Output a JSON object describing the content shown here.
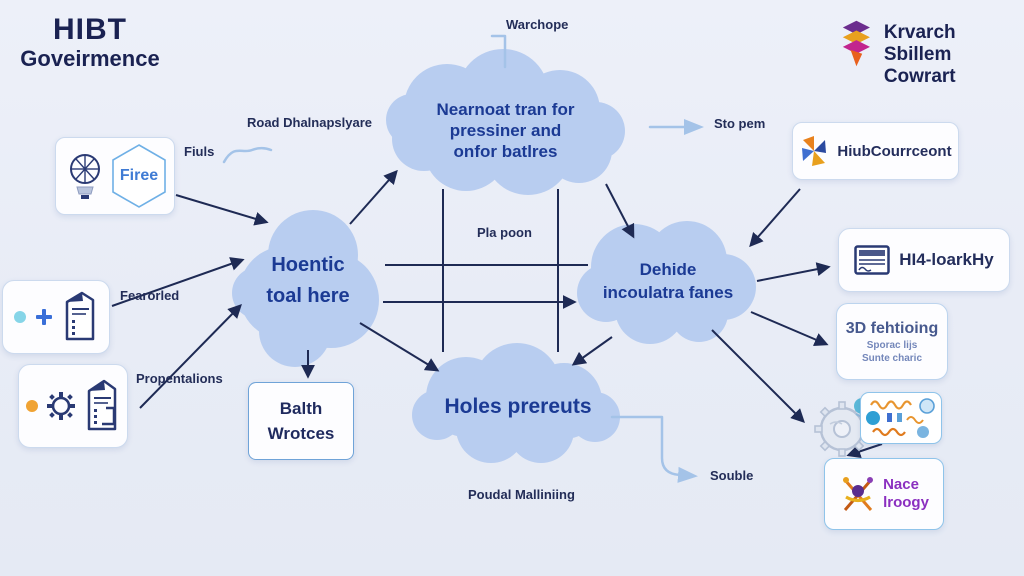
{
  "colors": {
    "background": "#e9edf6",
    "navy_text": "#1e2a54",
    "cloud_blue": "#b8cdf0",
    "cloud_text": "#1b3a94",
    "light_blue_connector": "#a4c3e8",
    "firee_blue": "#3f7bd4",
    "purple_text": "#8b2fc0",
    "logo_orange": "#e8821e",
    "logo_purple": "#6b2d8e"
  },
  "header": {
    "title": "HIBT",
    "subtitle": "Goveirmence",
    "brand": {
      "line1": "Krvarch Sbillem",
      "line2": "Cowrart",
      "icon": "ribbon-logo-icon"
    }
  },
  "clouds": {
    "top": {
      "lines": [
        "Nearnoat tran for",
        "pressiner and",
        "onfor batlres"
      ]
    },
    "left_blob": {
      "lines": [
        "Hoentic",
        "toal here"
      ]
    },
    "right": {
      "lines": [
        "Dehide",
        "incoulatra fanes"
      ]
    },
    "bottom": {
      "lines": [
        "Holes prereuts"
      ]
    }
  },
  "labels": {
    "warchope": "Warchope",
    "road": "Road Dhalnapslyare",
    "fiuls": "Fiuls",
    "fearorled": "Fearorled",
    "propantations": "Propentalions",
    "sto_pem": "Sto pem",
    "pla_poon": "Pla poon",
    "souble": "Souble",
    "poudal": "Poudal Malliniing"
  },
  "nodes": {
    "firee": {
      "label": "Firee",
      "icons": [
        "brain-bulb-icon",
        "hexagon-badge"
      ]
    },
    "fearorled_box": {
      "icons": [
        "cyan-dot",
        "plus-icon",
        "document-icon"
      ]
    },
    "propantations_box": {
      "icons": [
        "orange-dot",
        "gear-icon",
        "document-icon"
      ]
    },
    "balth": {
      "lines": [
        "Balth",
        "Wrotces"
      ]
    },
    "hiub": {
      "label": "HiubCourrceont",
      "icon": "pinwheel-logo-icon"
    },
    "hi4": {
      "label": "HI4-loarkHy",
      "icon": "browser-doc-icon"
    },
    "printing3d": {
      "title": "3D fehtioing",
      "sub1": "Sporac lijs",
      "sub2": "Sunte charic"
    },
    "collage": {
      "icon": "gear-collage-icon"
    },
    "nace": {
      "lines": [
        "Nace",
        "lroogy"
      ],
      "icon": "mascot-icon"
    }
  }
}
